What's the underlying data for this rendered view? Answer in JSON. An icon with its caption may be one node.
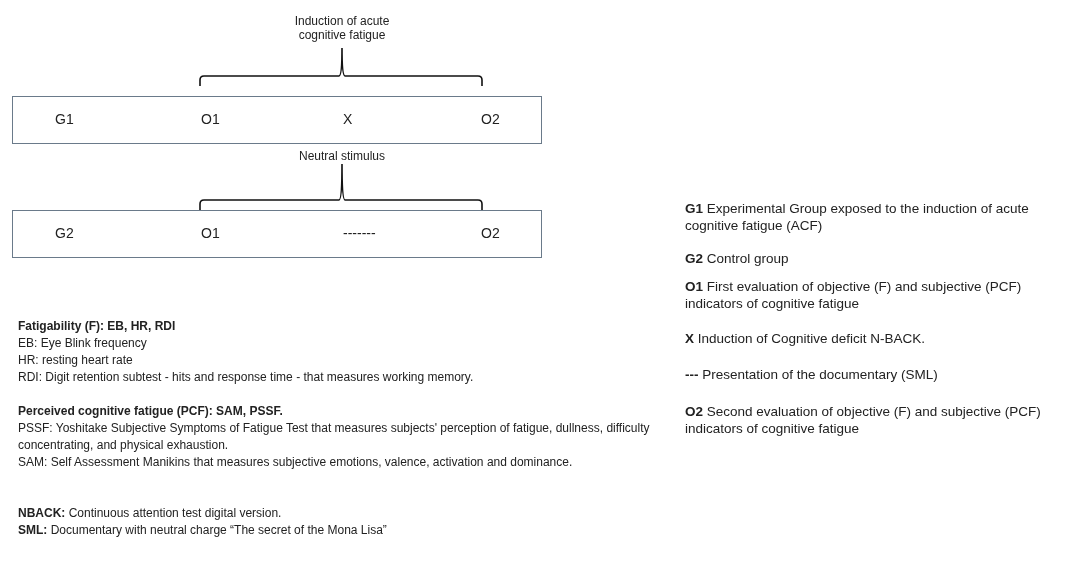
{
  "diagram": {
    "nodes": [
      {
        "text": [
          "G1",
          "O1",
          "X",
          "O2"
        ]
      },
      {
        "text": [
          "G2",
          "O1",
          "-------",
          "O2"
        ]
      }
    ],
    "edges": [],
    "labels": [
      "Induction of acute cognitive fatigue",
      "Neutral stimulus",
      "**G1** Experimental Group exposed to the induction of acute cognitive fatigue (ACF)",
      "**G2** Control group",
      "**O1** First evaluation of objective (F) and subjective (PCF) indicators of cognitive fatigue",
      "**X** Induction of Cognitive deficit N-BACK.",
      "**---** Presentation of the documentary (SML)",
      "**O2** Second evaluation of objective (F) and subjective (PCF) indicators of cognitive fatigue",
      "Fatigability (F): EB, HR, RDI",
      "EB: Eye Blink frequency",
      "HR: resting heart rate",
      "RDI: Digit retention subtest - hits and response time - that measures working memory.",
      "Perceived cognitive fatigue (PCF): SAM, PSSF.",
      "PSSF: Yoshitake Subjective Symptoms of Fatigue Test that measures subjects' perception of fatigue, dullness, difficulty concentrating, and physical exhaustion.",
      "SAM: Self Assessment Manikins that measures subjective emotions, valence, activation and dominance.",
      "**NBACK:** Continuous attention test digital version.",
      "**SML:** Documentary with neutral charge “The secret of the Mona Lisa”"
    ]
  }
}
